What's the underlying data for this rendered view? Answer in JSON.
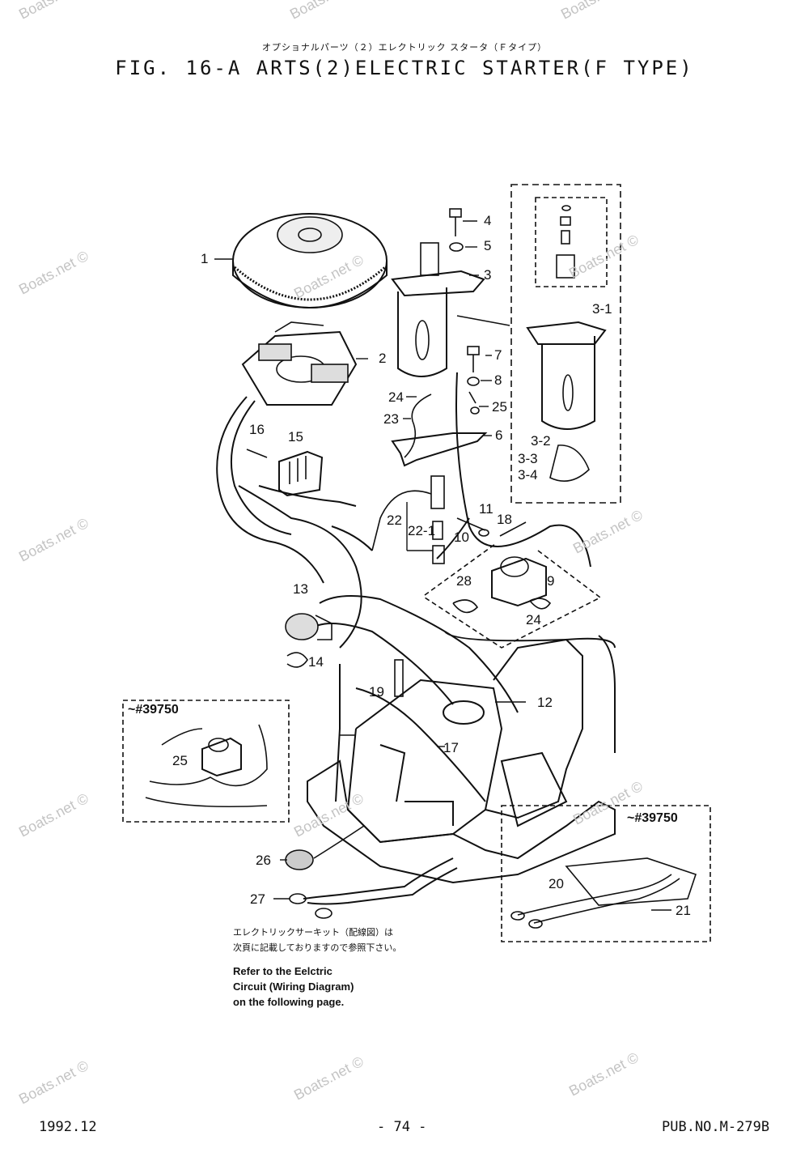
{
  "header": {
    "jp_title": "オプショナルパーツ（２）エレクトリック スタータ（Ｆタイプ）",
    "title": "FIG. 16-A ARTS(2)ELECTRIC STARTER(F TYPE)"
  },
  "watermark": "Boats.net ©",
  "callouts": {
    "c1": "1",
    "c2": "2",
    "c3": "3",
    "c3_1": "3-1",
    "c3_2": "3-2",
    "c3_3": "3-3",
    "c3_4": "3-4",
    "c4": "4",
    "c5": "5",
    "c6": "6",
    "c7": "7",
    "c8": "8",
    "c9": "9",
    "c10": "10",
    "c11": "11",
    "c12": "12",
    "c13": "13",
    "c14": "14",
    "c15": "15",
    "c16": "16",
    "c17": "17",
    "c18": "18",
    "c19": "19",
    "c20": "20",
    "c21": "21",
    "c22": "22",
    "c22_1": "22-1",
    "c23": "23",
    "c24a": "24",
    "c24b": "24",
    "c25a": "25",
    "c25b": "25",
    "c26": "26",
    "c27": "27",
    "c28": "28"
  },
  "serial_notes": {
    "left": "~#39750",
    "right": "~#39750"
  },
  "note": {
    "jp_line1": "エレクトリックサーキット（配線図）は",
    "jp_line2": "次頁に記載しておりますので参照下さい。",
    "en_line1": "Refer to the Eelctric",
    "en_line2": "Circuit (Wiring Diagram)",
    "en_line3": "on the following page."
  },
  "footer": {
    "date": "1992.12",
    "page": "- 74 -",
    "pub": "PUB.NO.M-279B"
  }
}
